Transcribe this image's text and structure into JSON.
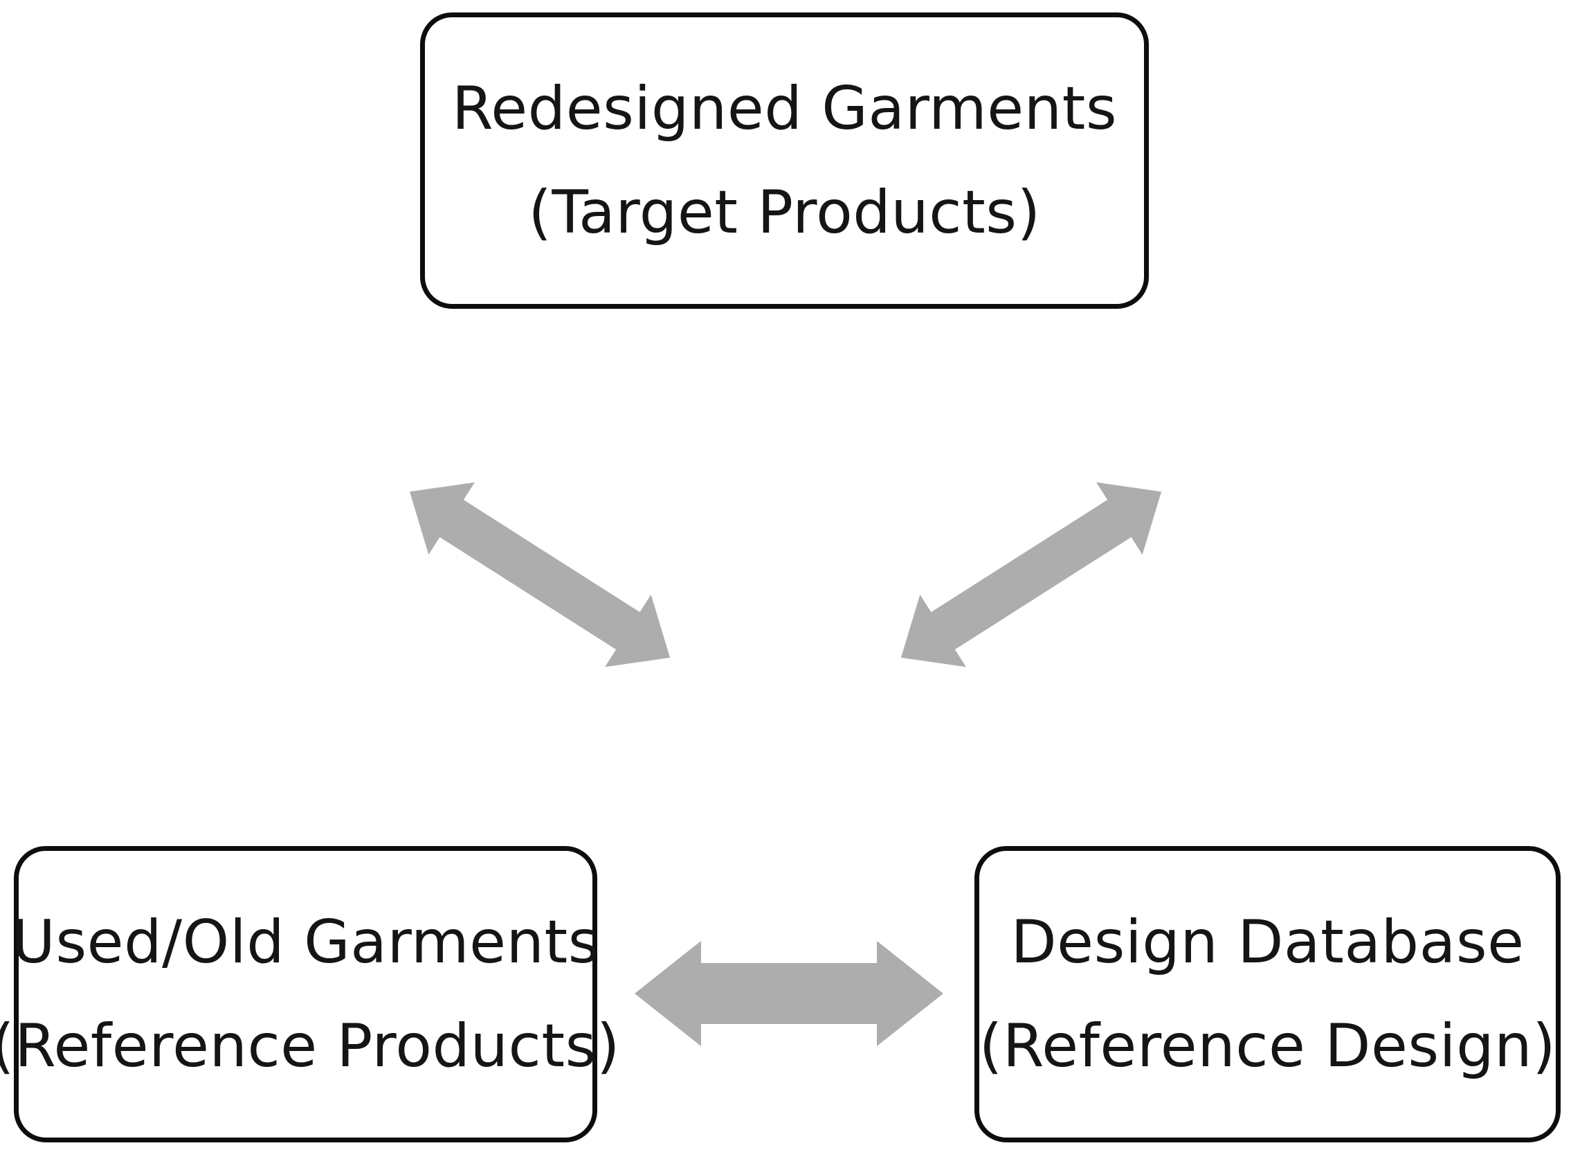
{
  "diagram": {
    "type": "cyclic-relationship-diagram",
    "background_color": "#ffffff",
    "node_border_color": "#0d0d0d",
    "node_fill_color": "#ffffff",
    "text_color": "#151515",
    "arrow_color": "#adadad",
    "nodes": [
      {
        "id": "target-products",
        "position": "top-center",
        "primary": "Redesigned Garments",
        "secondary": "(Target Products)"
      },
      {
        "id": "reference-products",
        "position": "bottom-left",
        "primary": "Used/Old Garments",
        "secondary": "(Reference Products)"
      },
      {
        "id": "reference-design",
        "position": "bottom-right",
        "primary": "Design Database",
        "secondary": "(Reference Design)"
      }
    ],
    "connectors": [
      {
        "id": "left-diagonal",
        "style": "double-headed-arrow",
        "orientation": "diagonal-up-right",
        "from": "reference-products",
        "to": "target-products"
      },
      {
        "id": "right-diagonal",
        "style": "double-headed-arrow",
        "orientation": "diagonal-down-right",
        "from": "target-products",
        "to": "reference-design"
      },
      {
        "id": "bottom-horizontal",
        "style": "double-headed-arrow",
        "orientation": "horizontal",
        "from": "reference-products",
        "to": "reference-design"
      }
    ]
  }
}
